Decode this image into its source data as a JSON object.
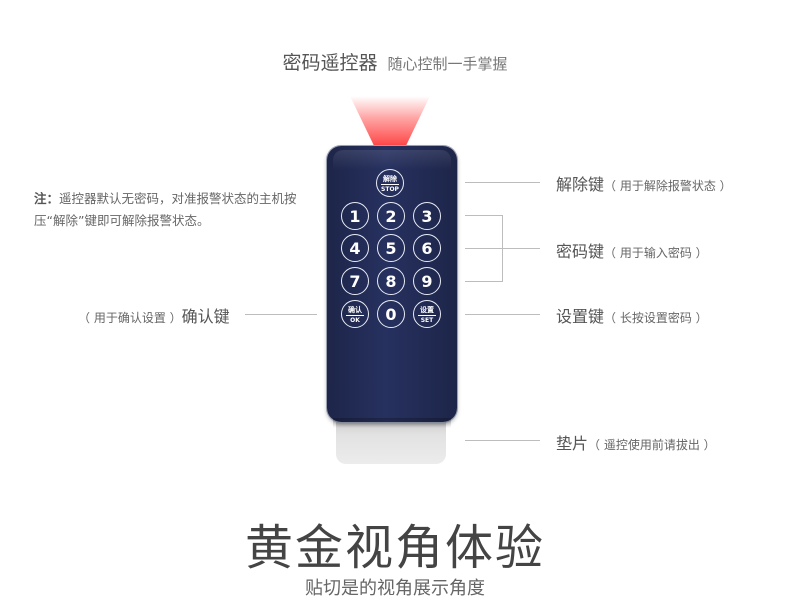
{
  "header": {
    "title": "密码遥控器",
    "subtitle": "随心控制一手掌握"
  },
  "note": {
    "label": "注：",
    "text": "遥控器默认无密码，对准报警状态的主机按压“解除”键即可解除报警状态。"
  },
  "labels": {
    "release": {
      "name": "解除键",
      "desc": "（ 用于解除报警状态 ）"
    },
    "password": {
      "name": "密码键",
      "desc": "（ 用于输入密码 ）"
    },
    "confirm": {
      "name": "确认键",
      "desc": "（ 用于确认设置 ）"
    },
    "setting": {
      "name": "设置键",
      "desc": "（ 长按设置密码 ）"
    },
    "pad": {
      "name": "垫片",
      "desc": "（ 遥控使用前请拔出 ）"
    }
  },
  "remote": {
    "stop_top": "解除",
    "stop_bottom": "STOP",
    "digits": [
      "1",
      "2",
      "3",
      "4",
      "5",
      "6",
      "7",
      "8",
      "9",
      "0"
    ],
    "ok_top": "确认",
    "ok_bottom": "OK",
    "set_top": "设置",
    "set_bottom": "SET"
  },
  "footer": {
    "title": "黄金视角体验",
    "subtitle": "贴切是的视角展示角度"
  }
}
